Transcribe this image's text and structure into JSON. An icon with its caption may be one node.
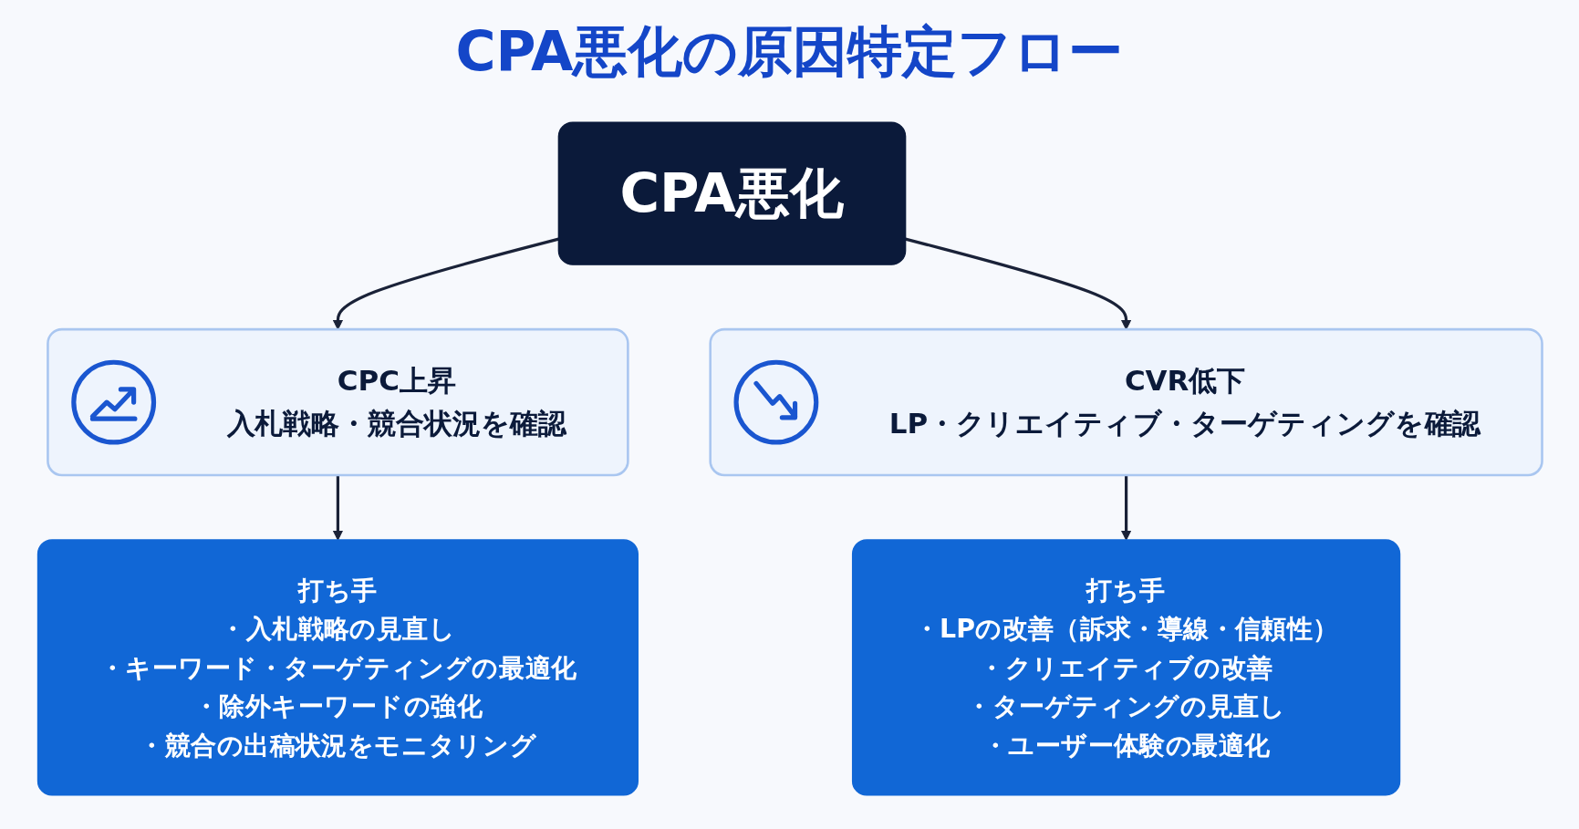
{
  "diagram": {
    "title": "CPA悪化の原因特定フロー",
    "nodes": [
      {
        "text": [
          "CPA悪化"
        ]
      },
      {
        "text": [
          "CPC上昇",
          "入札戦略・競合状況を確認"
        ]
      },
      {
        "text": [
          "CVR低下",
          "LP・クリエイティブ・ターゲティングを確認"
        ]
      },
      {
        "text": [
          "打ち手",
          "・入札戦略の見直し",
          "・キーワード・ターゲティングの最適化",
          "・除外キーワードの強化",
          "・競合の出稿状況をモニタリング"
        ]
      },
      {
        "text": [
          "打ち手",
          "・LPの改善（訴求・導線・信頼性）",
          "・クリエイティブの改善",
          "・ターゲティングの見直し",
          "・ユーザー体験の最適化"
        ]
      }
    ],
    "edges": [
      {
        "from": 0,
        "to": 1,
        "arrow": "to"
      },
      {
        "from": 0,
        "to": 2,
        "arrow": "to"
      },
      {
        "from": 1,
        "to": 3,
        "arrow": "to"
      },
      {
        "from": 2,
        "to": 4,
        "arrow": "to"
      }
    ]
  }
}
